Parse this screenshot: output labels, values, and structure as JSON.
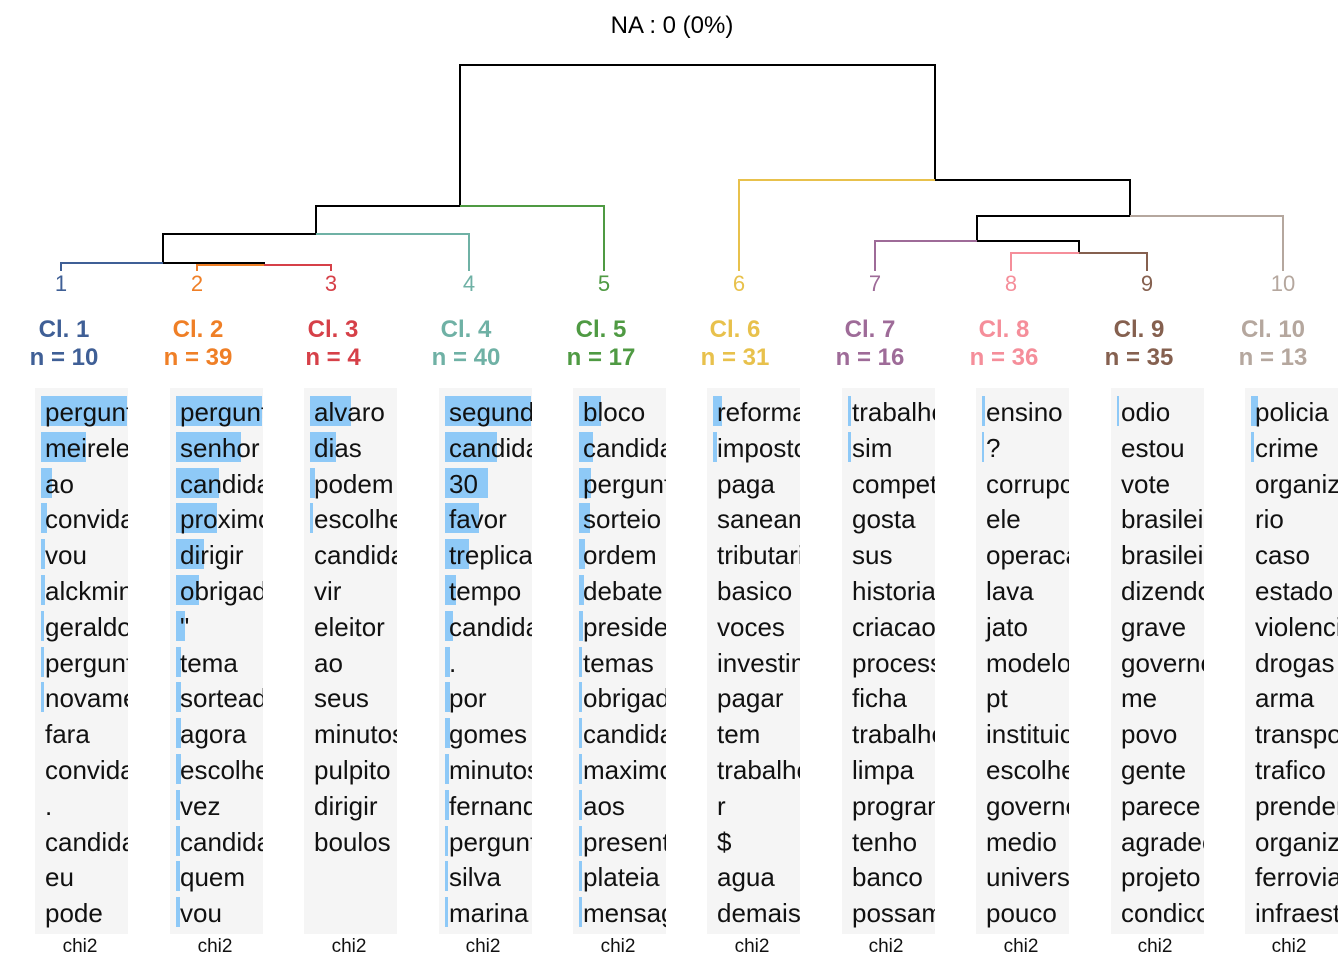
{
  "title": "NA : 0 (0%)",
  "metric_label": "chi2",
  "classes": [
    {
      "id": "1",
      "label": "Cl. 1",
      "n_label": "n = 10",
      "color": "#3f5f96",
      "words": [
        "pergunta",
        "meireles",
        "ao",
        "convidado",
        "vou",
        "alckmin",
        "geraldo",
        "pergunta",
        "novamente",
        "fara",
        "convidado",
        ".",
        "candidato",
        "eu",
        "pode"
      ],
      "chi": [
        1.0,
        0.52,
        0.13,
        0.07,
        0.05,
        0.05,
        0.04,
        0.04,
        0.03,
        0.0,
        0.0,
        0.0,
        0.0,
        0.0,
        0.0
      ]
    },
    {
      "id": "2",
      "label": "Cl. 2",
      "n_label": "n = 39",
      "color": "#ef7f26",
      "words": [
        "pergunta",
        "senhor",
        "candidato",
        "proximo",
        "dirigir",
        "obrigado",
        "\"",
        "tema",
        "sorteado",
        "agora",
        "escolher",
        "vez",
        "candidato",
        "quem",
        "vou"
      ],
      "chi": [
        1.0,
        0.75,
        0.5,
        0.48,
        0.32,
        0.27,
        0.1,
        0.06,
        0.06,
        0.06,
        0.06,
        0.05,
        0.05,
        0.05,
        0.05
      ]
    },
    {
      "id": "3",
      "label": "Cl. 3",
      "n_label": "n = 4",
      "color": "#d64048",
      "words": [
        "alvaro",
        "dias",
        "podem",
        "escolher",
        "candidato",
        "vir",
        "eleitor",
        "ao",
        "seus",
        "minutos",
        "pulpito",
        "dirigir",
        "boulos"
      ],
      "chi": [
        0.48,
        0.3,
        0.06,
        0.04,
        0.0,
        0.0,
        0.0,
        0.0,
        0.0,
        0.0,
        0.0,
        0.0,
        0.0
      ]
    },
    {
      "id": "4",
      "label": "Cl. 4",
      "n_label": "n = 40",
      "color": "#6fb1a5",
      "words": [
        "segundos",
        "candidato",
        "30",
        "favor",
        "treplica",
        "tempo",
        "candidato",
        ".",
        "por",
        "gomes",
        "minutos",
        "fernando",
        "pergunta",
        "silva",
        "marina"
      ],
      "chi": [
        1.0,
        0.6,
        0.5,
        0.4,
        0.28,
        0.13,
        0.09,
        0.06,
        0.06,
        0.06,
        0.05,
        0.05,
        0.04,
        0.04,
        0.04
      ]
    },
    {
      "id": "5",
      "label": "Cl. 5",
      "n_label": "n = 17",
      "color": "#4f9a43",
      "words": [
        "bloco",
        "candidato",
        "pergunta",
        "sorteio",
        "ordem",
        "debate",
        "presidente",
        "temas",
        "obrigado",
        "candidato",
        "maximo",
        "aos",
        "presentes",
        "plateia",
        "mensagem"
      ],
      "chi": [
        0.25,
        0.16,
        0.14,
        0.13,
        0.07,
        0.06,
        0.05,
        0.04,
        0.04,
        0.04,
        0.03,
        0.03,
        0.03,
        0.03,
        0.03
      ]
    },
    {
      "id": "6",
      "label": "Cl. 6",
      "n_label": "n = 31",
      "color": "#e8c14c",
      "words": [
        "reforma",
        "imposto",
        "paga",
        "saneamento",
        "tributaria",
        "basico",
        "voces",
        "investimento",
        "pagar",
        "tem",
        "trabalho",
        "r",
        "$",
        "agua",
        "demais"
      ],
      "chi": [
        0.1,
        0.05,
        0.0,
        0.0,
        0.0,
        0.0,
        0.0,
        0.0,
        0.0,
        0.0,
        0.0,
        0.0,
        0.0,
        0.0,
        0.0
      ]
    },
    {
      "id": "7",
      "label": "Cl. 7",
      "n_label": "n = 16",
      "color": "#9e6b98",
      "words": [
        "trabalho",
        "sim",
        "competencia",
        "gosta",
        "sus",
        "historia",
        "criacao",
        "processo",
        "ficha",
        "trabalho",
        "limpa",
        "programa",
        "tenho",
        "banco",
        "possamos"
      ],
      "chi": [
        0.04,
        0.04,
        0.0,
        0.0,
        0.0,
        0.0,
        0.0,
        0.0,
        0.0,
        0.0,
        0.0,
        0.0,
        0.0,
        0.0,
        0.0
      ]
    },
    {
      "id": "8",
      "label": "Cl. 8",
      "n_label": "n = 36",
      "color": "#f58e9a",
      "words": [
        "ensino",
        "?",
        "corrupcao",
        "ele",
        "operacao",
        "lava",
        "jato",
        "modelo",
        "pt",
        "instituicoes",
        "escolher",
        "governo",
        "medio",
        "universidade",
        "pouco"
      ],
      "chi": [
        0.03,
        0.02,
        0.0,
        0.0,
        0.0,
        0.0,
        0.0,
        0.0,
        0.0,
        0.0,
        0.0,
        0.0,
        0.0,
        0.0,
        0.0
      ]
    },
    {
      "id": "9",
      "label": "Cl. 9",
      "n_label": "n = 35",
      "color": "#85604f",
      "words": [
        "odio",
        "estou",
        "vote",
        "brasileiro",
        "brasileiros",
        "dizendo",
        "grave",
        "governo",
        "me",
        "povo",
        "gente",
        "parece",
        "agradeco",
        "projeto",
        "condicoes"
      ],
      "chi": [
        0.02,
        0.0,
        0.0,
        0.0,
        0.0,
        0.0,
        0.0,
        0.0,
        0.0,
        0.0,
        0.0,
        0.0,
        0.0,
        0.0,
        0.0
      ]
    },
    {
      "id": "10",
      "label": "Cl. 10",
      "n_label": "n = 13",
      "color": "#b5a79e",
      "words": [
        "policia",
        "crime",
        "organizado",
        "rio",
        "caso",
        "estado",
        "violencia",
        "drogas",
        "arma",
        "transporte",
        "trafico",
        "prender",
        "organizado",
        "ferrovia",
        "infraestrutura"
      ],
      "chi": [
        0.08,
        0.03,
        0.0,
        0.0,
        0.0,
        0.0,
        0.0,
        0.0,
        0.0,
        0.0,
        0.0,
        0.0,
        0.0,
        0.0,
        0.0
      ]
    }
  ]
}
